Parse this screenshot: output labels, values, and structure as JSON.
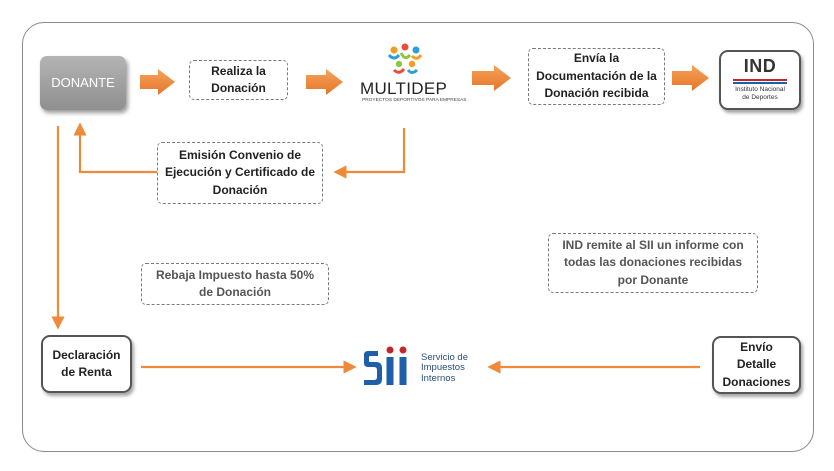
{
  "nodes": {
    "donante": "DONANTE",
    "realiza": [
      "Realiza la",
      "Donación"
    ],
    "envia": [
      "Envía la",
      "Documentación de la",
      "Donación recibida"
    ],
    "emision": [
      "Emisión Convenio de",
      "Ejecución y Certificado de",
      "Donación"
    ],
    "rebaja": [
      "Rebaja Impuesto hasta 50%",
      "de Donación"
    ],
    "ind_remite": [
      "IND remite al SII un informe con",
      "todas las donaciones recibidas",
      "por Donante"
    ],
    "declaracion": [
      "Declaración",
      "de Renta"
    ],
    "envio": [
      "Envío",
      "Detalle",
      "Donaciones"
    ]
  },
  "logos": {
    "multidep": {
      "name": "MULTIDEP",
      "tagline": "PROYECTOS DEPORTIVOS PARA EMPRESAS"
    },
    "ind": {
      "name": "IND",
      "subtitle": [
        "Instituto Nacional",
        "de Deportes"
      ]
    },
    "sii": {
      "name": "SII",
      "subtitle": [
        "Servicio de",
        "Impuestos",
        "Internos"
      ]
    }
  },
  "colors": {
    "arrow": "#ef8a3a",
    "sii_blue": "#1f5ea8",
    "ind_red": "#c0272d"
  }
}
